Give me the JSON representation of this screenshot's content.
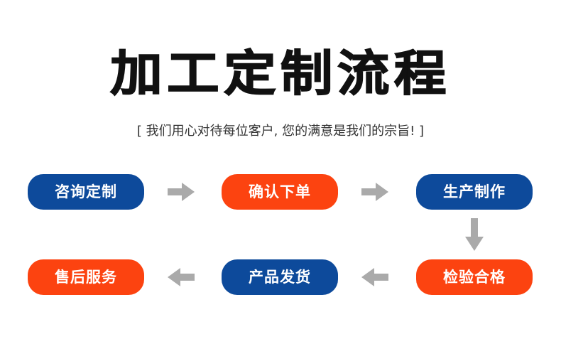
{
  "title": "加工定制流程",
  "subtitle": "[ 我们用心对待每位客户, 您的满意是我们的宗旨! ]",
  "colors": {
    "blue": "#0d4a9b",
    "red": "#fc4310",
    "arrow": "#aaaaaa"
  },
  "steps": [
    {
      "label": "咨询定制",
      "color": "blue"
    },
    {
      "label": "确认下单",
      "color": "red"
    },
    {
      "label": "生产制作",
      "color": "blue"
    },
    {
      "label": "检验合格",
      "color": "red"
    },
    {
      "label": "产品发货",
      "color": "blue"
    },
    {
      "label": "售后服务",
      "color": "red"
    }
  ],
  "arrows": [
    {
      "name": "arrow-right-icon"
    },
    {
      "name": "arrow-right-icon"
    },
    {
      "name": "arrow-down-icon"
    },
    {
      "name": "arrow-left-icon"
    },
    {
      "name": "arrow-left-icon"
    }
  ]
}
